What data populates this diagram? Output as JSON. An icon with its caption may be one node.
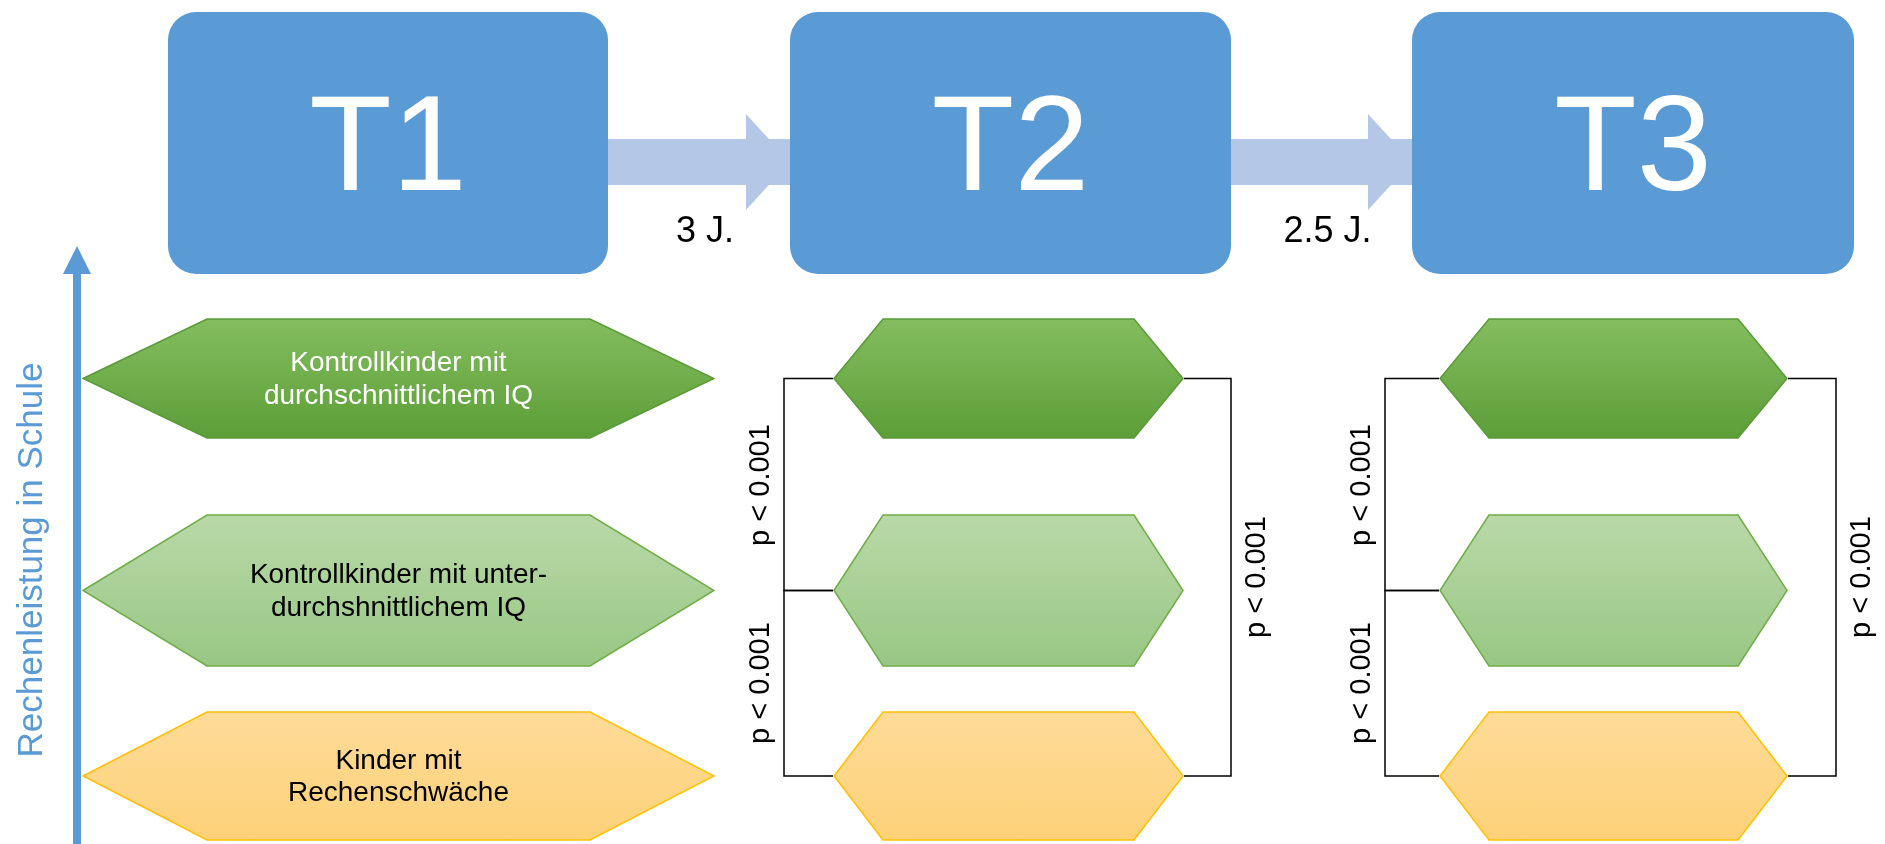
{
  "diagram": {
    "nodes": [
      {
        "text": [
          "T1"
        ]
      },
      {
        "text": [
          "T2"
        ]
      },
      {
        "text": [
          "T3"
        ]
      },
      {
        "text": [
          "Kontrollkinder mit durchschnittlichem IQ"
        ]
      },
      {
        "text": [
          "Kontrollkinder mit unter-durchshnittlichem IQ"
        ]
      },
      {
        "text": [
          "Kinder mit Rechenschwäche"
        ]
      },
      {
        "text": [],
        "shape": "hexagon"
      },
      {
        "text": [],
        "shape": "hexagon"
      },
      {
        "text": [],
        "shape": "hexagon"
      },
      {
        "text": [],
        "shape": "hexagon"
      },
      {
        "text": [],
        "shape": "hexagon"
      },
      {
        "text": [],
        "shape": "hexagon"
      }
    ],
    "edges": [
      {
        "from": 0,
        "to": 1,
        "arrow": "to",
        "label": "3 J.",
        "style": "thick",
        "color": "#b4c7e7"
      },
      {
        "from": 1,
        "to": 2,
        "arrow": "to",
        "label": "2.5 J.",
        "style": "thick",
        "color": "#b4c7e7"
      },
      {
        "from": 6,
        "to": 7,
        "arrow": "none",
        "label": "p < 0.001"
      },
      {
        "from": 7,
        "to": 8,
        "arrow": "none",
        "label": "p < 0.001"
      },
      {
        "from": 6,
        "to": 8,
        "arrow": "none",
        "label": "p < 0.001"
      },
      {
        "from": 9,
        "to": 10,
        "arrow": "none",
        "label": "p < 0.001"
      },
      {
        "from": 10,
        "to": 11,
        "arrow": "none",
        "label": "p < 0.001"
      },
      {
        "from": 9,
        "to": 11,
        "arrow": "none",
        "label": "p < 0.001"
      }
    ],
    "labels": [
      "Rechenleistung in Schule"
    ]
  }
}
